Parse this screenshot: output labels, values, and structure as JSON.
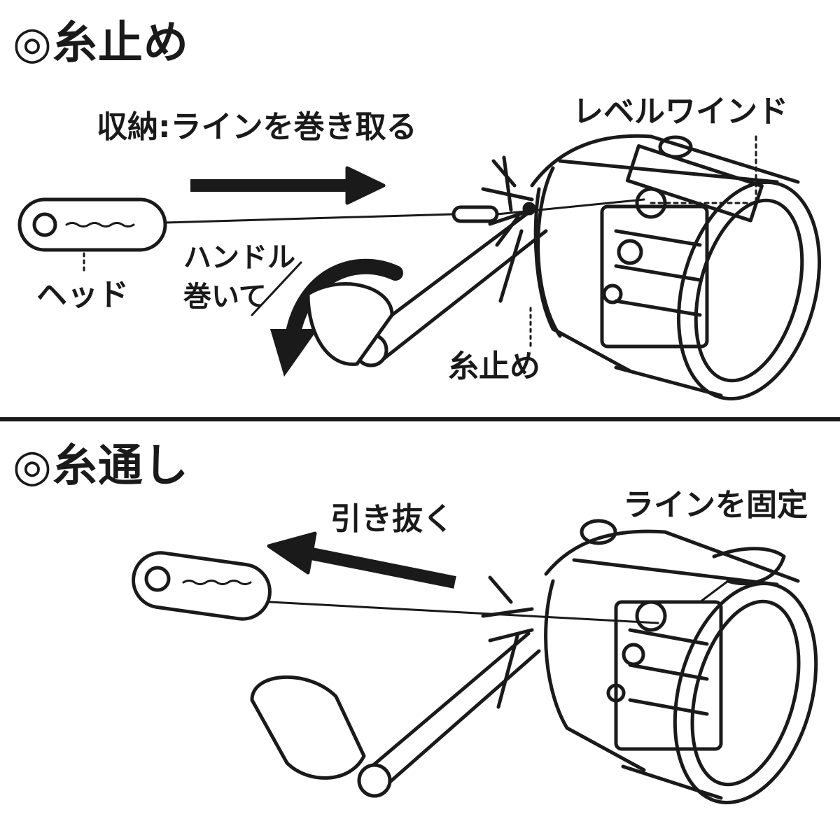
{
  "section_stop": {
    "title": "◎糸止め",
    "storage_label": "収納:ラインを巻き取る",
    "level_wind_label": "レベルワインド",
    "head_label": "ヘッド",
    "handle_label_line1": "ハンドル",
    "handle_label_line2": "巻いて",
    "line_stop_label": "糸止め"
  },
  "section_thread": {
    "title": "◎糸通し",
    "pull_label": "引き抜く",
    "fix_line_label": "ラインを固定"
  },
  "colors": {
    "ink": "#1a1a1a",
    "paper": "#ffffff"
  }
}
